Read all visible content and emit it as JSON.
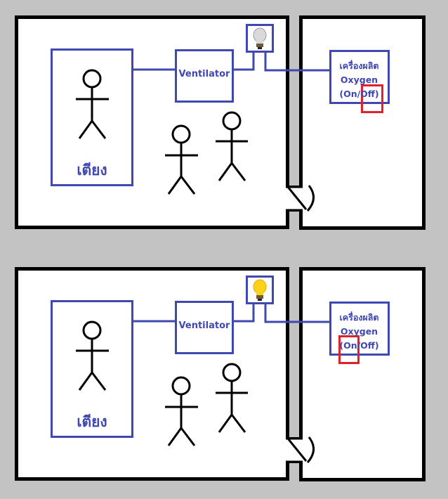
{
  "colors": {
    "background": "#c3c3c3",
    "wall": "#000000",
    "room_fill": "#ffffff",
    "device_outline": "#3f48b0",
    "label_text": "#3f48b0",
    "highlight": "#e0202a",
    "bulb_off": "#d9d9d9",
    "bulb_on": "#ffd21a"
  },
  "scenes": [
    {
      "state": "off",
      "bed_label": "เตียง",
      "ventilator_label": "Ventilator",
      "oxygen_label_line1": "เครื่องผลิต",
      "oxygen_label_line2": "Oxygen",
      "oxygen_label_line3": "(On/Off)",
      "bulb": "bulb-off-icon",
      "highlighted_option": "Off"
    },
    {
      "state": "on",
      "bed_label": "เตียง",
      "ventilator_label": "Ventilator",
      "oxygen_label_line1": "เครื่องผลิต",
      "oxygen_label_line2": "Oxygen",
      "oxygen_label_line3": "(On/Off)",
      "bulb": "bulb-on-icon",
      "highlighted_option": "On"
    }
  ]
}
